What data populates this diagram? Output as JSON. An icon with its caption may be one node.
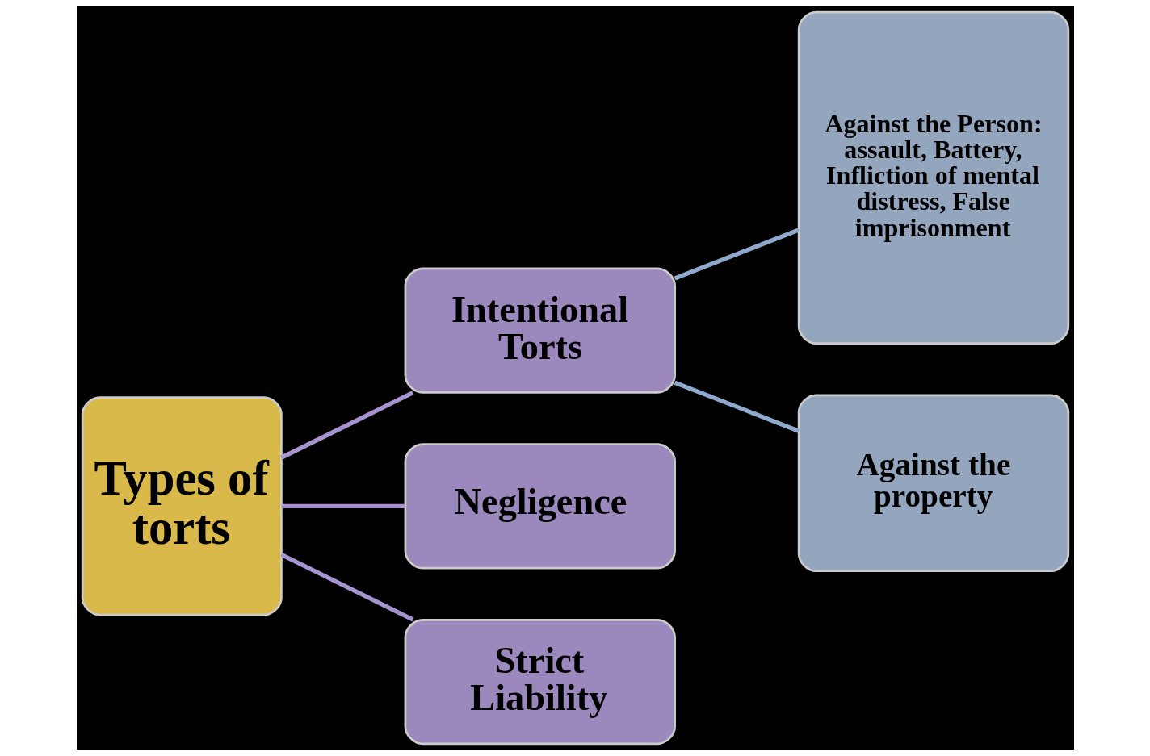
{
  "diagram": {
    "nodes": [
      {
        "text": [
          "Types of torts"
        ]
      },
      {
        "text": [
          "Intentional Torts"
        ]
      },
      {
        "text": [
          "Negligence"
        ]
      },
      {
        "text": [
          "Strict Liability"
        ]
      },
      {
        "text": [
          "Against the Person: assault, Battery, Infliction of mental distress, False imprisonment"
        ]
      },
      {
        "text": [
          "Against the property"
        ]
      }
    ],
    "edges": [
      {
        "from": 0,
        "to": 1,
        "arrow": "none"
      },
      {
        "from": 0,
        "to": 2,
        "arrow": "none"
      },
      {
        "from": 0,
        "to": 3,
        "arrow": "none"
      },
      {
        "from": 1,
        "to": 4,
        "arrow": "none",
        "color": "#8fa9cc"
      },
      {
        "from": 1,
        "to": 5,
        "arrow": "none",
        "color": "#8fa9cc"
      }
    ]
  }
}
